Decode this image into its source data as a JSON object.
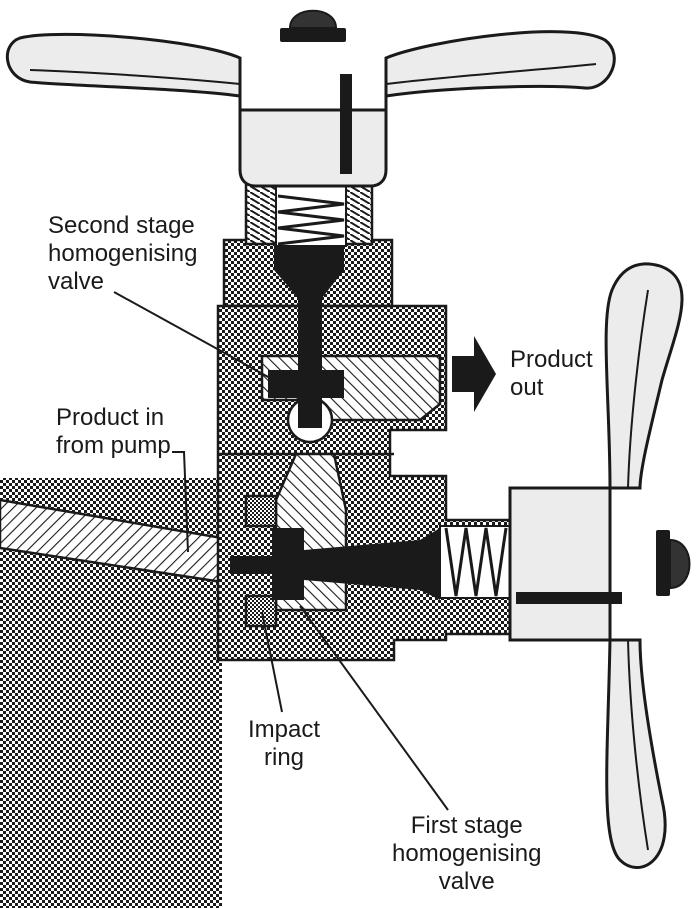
{
  "labels": {
    "second_stage": [
      "Second stage",
      "homogenising",
      "valve"
    ],
    "product_out": [
      "Product",
      "out"
    ],
    "product_in": [
      "Product in",
      "from pump"
    ],
    "impact_ring": [
      "Impact",
      "ring"
    ],
    "first_stage": [
      "First stage",
      "homogenising",
      "valve"
    ]
  },
  "colors": {
    "outline": "#1a1a1a",
    "handle_fill": "#ececec",
    "dark_fill": "#1a1a1a",
    "background": "#ffffff"
  }
}
